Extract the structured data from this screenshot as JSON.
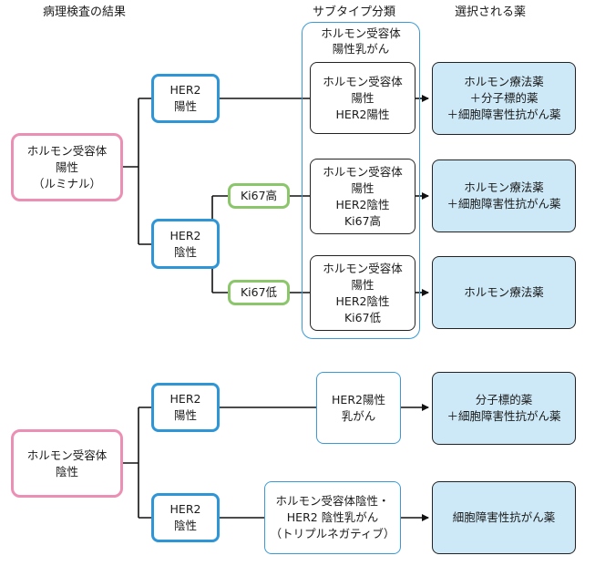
{
  "headers": {
    "pathology": "病理検査の結果",
    "subtype": "サブタイプ分類",
    "drug": "選択される薬"
  },
  "upper": {
    "hr": "ホルモン受容体\n陽性\n（ルミナル）",
    "her2_pos": "HER2\n陽性",
    "her2_neg": "HER2\n陰性",
    "ki67_high": "Ki67高",
    "ki67_low": "Ki67低",
    "group_label": "ホルモン受容体\n陽性乳がん",
    "subtypes": [
      "ホルモン受容体\n陽性\nHER2陽性",
      "ホルモン受容体\n陽性\nHER2陰性\nKi67高",
      "ホルモン受容体\n陽性\nHER2陰性\nKi67低"
    ],
    "drugs": [
      "ホルモン療法薬\n＋分子標的薬\n＋細胞障害性抗がん薬",
      "ホルモン療法薬\n＋細胞障害性抗がん薬",
      "ホルモン療法薬"
    ]
  },
  "lower": {
    "hr": "ホルモン受容体\n陰性",
    "her2_pos": "HER2\n陽性",
    "her2_neg": "HER2\n陰性",
    "subtypes": [
      "HER2陽性\n乳がん",
      "ホルモン受容体陰性・\nHER2 陰性乳がん\n（トリプルネガティブ）"
    ],
    "drugs": [
      "分子標的薬\n＋細胞障害性抗がん薬",
      "細胞障害性抗がん薬"
    ]
  }
}
